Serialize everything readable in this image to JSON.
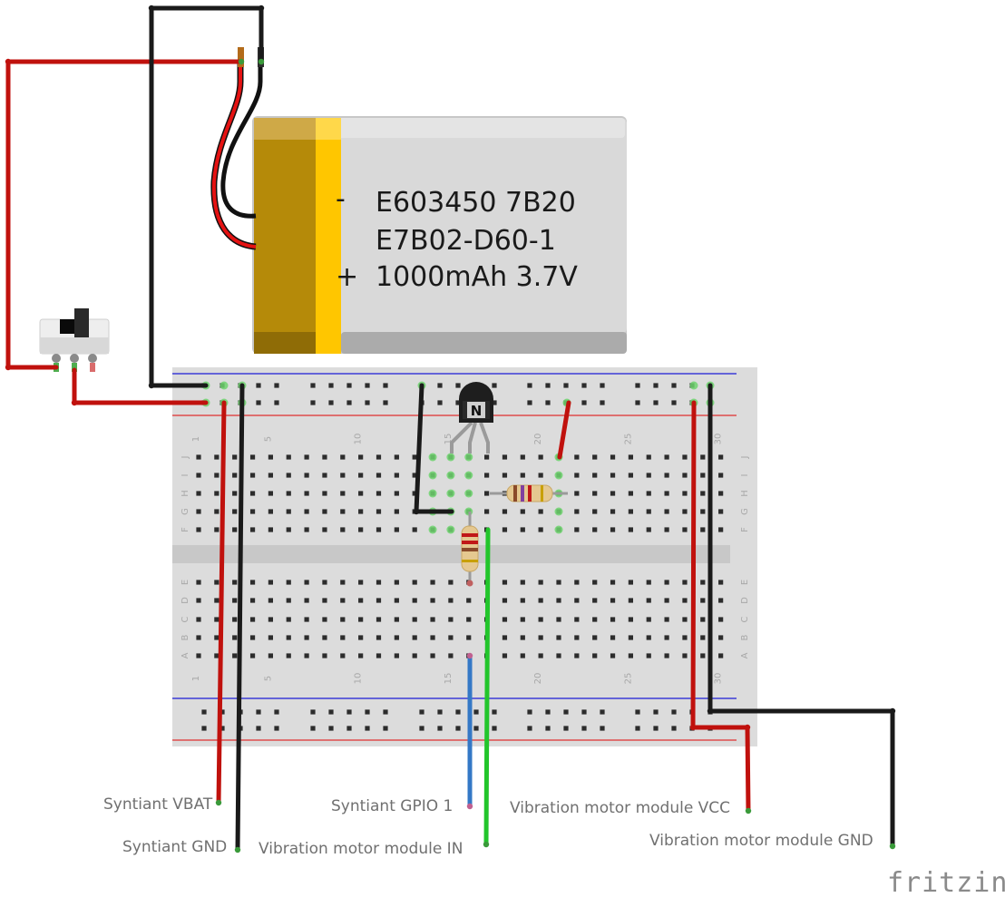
{
  "battery": {
    "line1": "E603450 7B20",
    "line2": "E7B02-D60-1",
    "line3": "1000mAh 3.7V",
    "minus_mark": "-",
    "plus_mark": "+"
  },
  "transistor": {
    "letter": "N"
  },
  "breadboard": {
    "column_numbers": [
      "1",
      "5",
      "10",
      "15",
      "20",
      "25",
      "30"
    ],
    "top_row_letters": [
      "J",
      "I",
      "H",
      "G",
      "F"
    ],
    "bottom_row_letters": [
      "E",
      "D",
      "C",
      "B",
      "A"
    ]
  },
  "labels": {
    "syntiant_vbat": "Syntiant VBAT",
    "syntiant_gnd": "Syntiant GND",
    "syntiant_gpio1": "Syntiant GPIO 1",
    "vib_in": "Vibration motor module IN",
    "vib_vcc": "Vibration motor module VCC",
    "vib_gnd": "Vibration motor module GND"
  },
  "logo": "fritzing",
  "colors": {
    "wire_red": "#c0110d",
    "wire_black": "#1a1a1a",
    "wire_blue": "#3478c6",
    "wire_green": "#22c52b",
    "breadboard": "#dcdcdc",
    "battery_body": "#d2d2d2",
    "battery_band_gold": "#b58a09",
    "battery_band_yellow": "#ffc600"
  }
}
